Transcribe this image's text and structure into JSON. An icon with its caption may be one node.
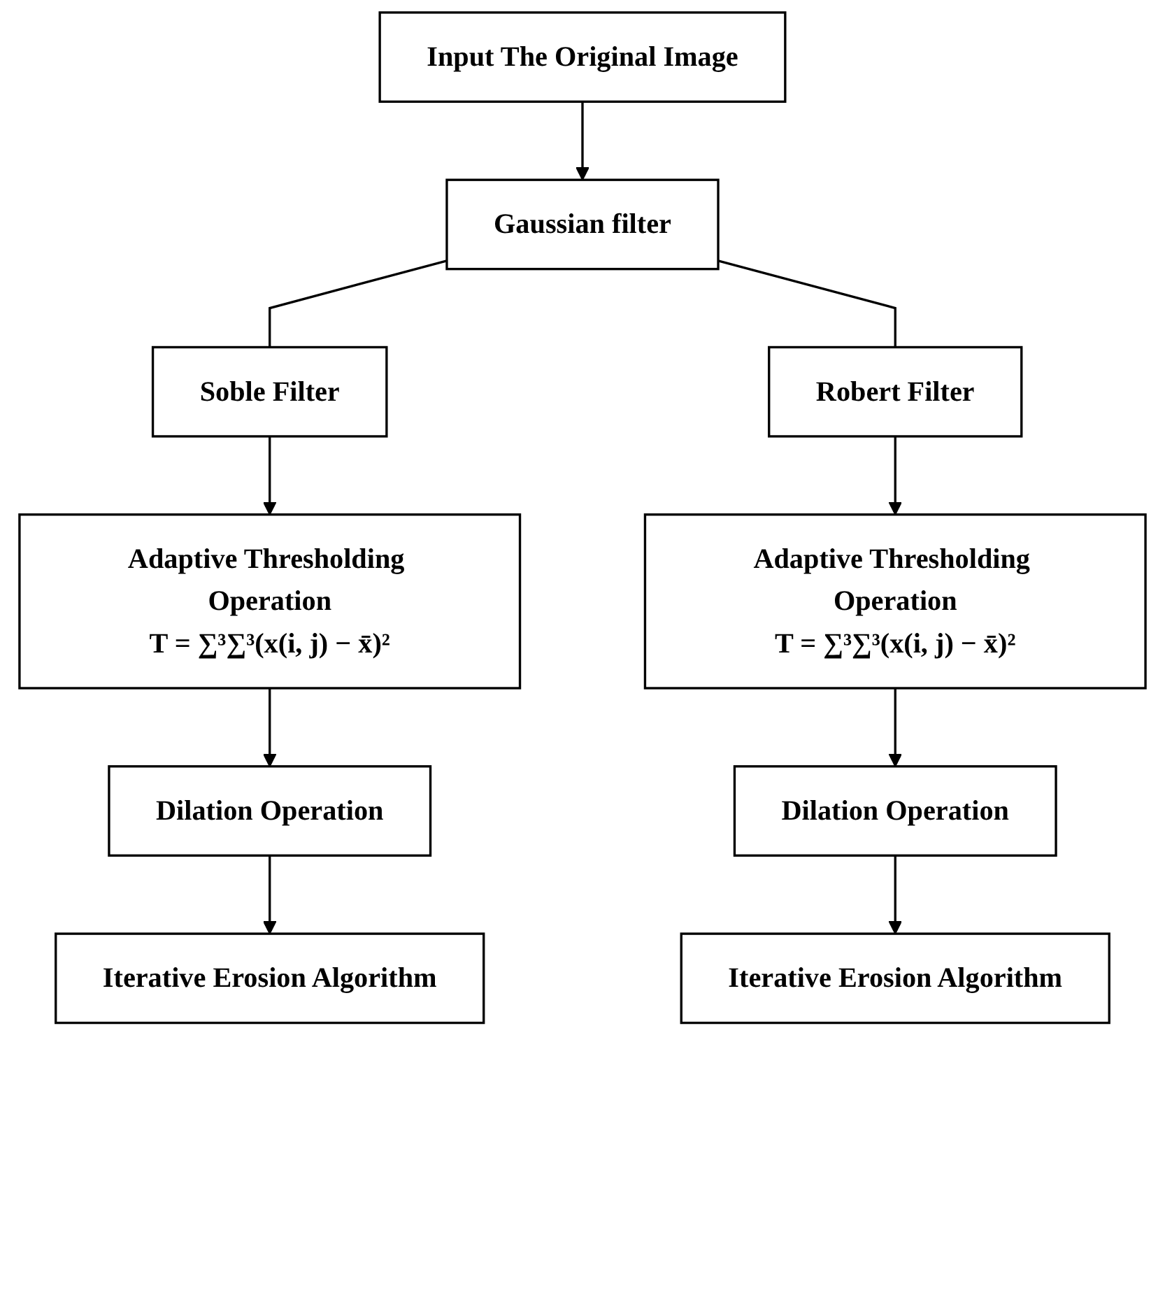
{
  "diagram": {
    "nodes": [
      {
        "text": [
          "Input The Original Image"
        ]
      },
      {
        "text": [
          "Gaussian filter"
        ]
      },
      {
        "text": [
          "Soble Filter"
        ]
      },
      {
        "text": [
          "Robert Filter"
        ]
      },
      {
        "text": [
          "Adaptive Thresholding Operation",
          "T = ∑³∑³(x(i, j) − x̄)²"
        ]
      },
      {
        "text": [
          "Adaptive Thresholding Operation",
          "T = ∑³∑³(x(i, j) − x̄)²"
        ]
      },
      {
        "text": [
          "Dilation Operation"
        ]
      },
      {
        "text": [
          "Dilation Operation"
        ]
      },
      {
        "text": [
          "Iterative Erosion Algorithm"
        ]
      },
      {
        "text": [
          "Iterative Erosion Algorithm"
        ]
      }
    ],
    "edges": [
      {
        "from": 0,
        "to": 1,
        "arrow": "to"
      },
      {
        "from": 1,
        "to": 2,
        "arrow": "none"
      },
      {
        "from": 1,
        "to": 3,
        "arrow": "none"
      },
      {
        "from": 2,
        "to": 4,
        "arrow": "to"
      },
      {
        "from": 3,
        "to": 5,
        "arrow": "to"
      },
      {
        "from": 4,
        "to": 6,
        "arrow": "to"
      },
      {
        "from": 5,
        "to": 7,
        "arrow": "to"
      },
      {
        "from": 6,
        "to": 8,
        "arrow": "to"
      },
      {
        "from": 7,
        "to": 9,
        "arrow": "to"
      }
    ]
  }
}
